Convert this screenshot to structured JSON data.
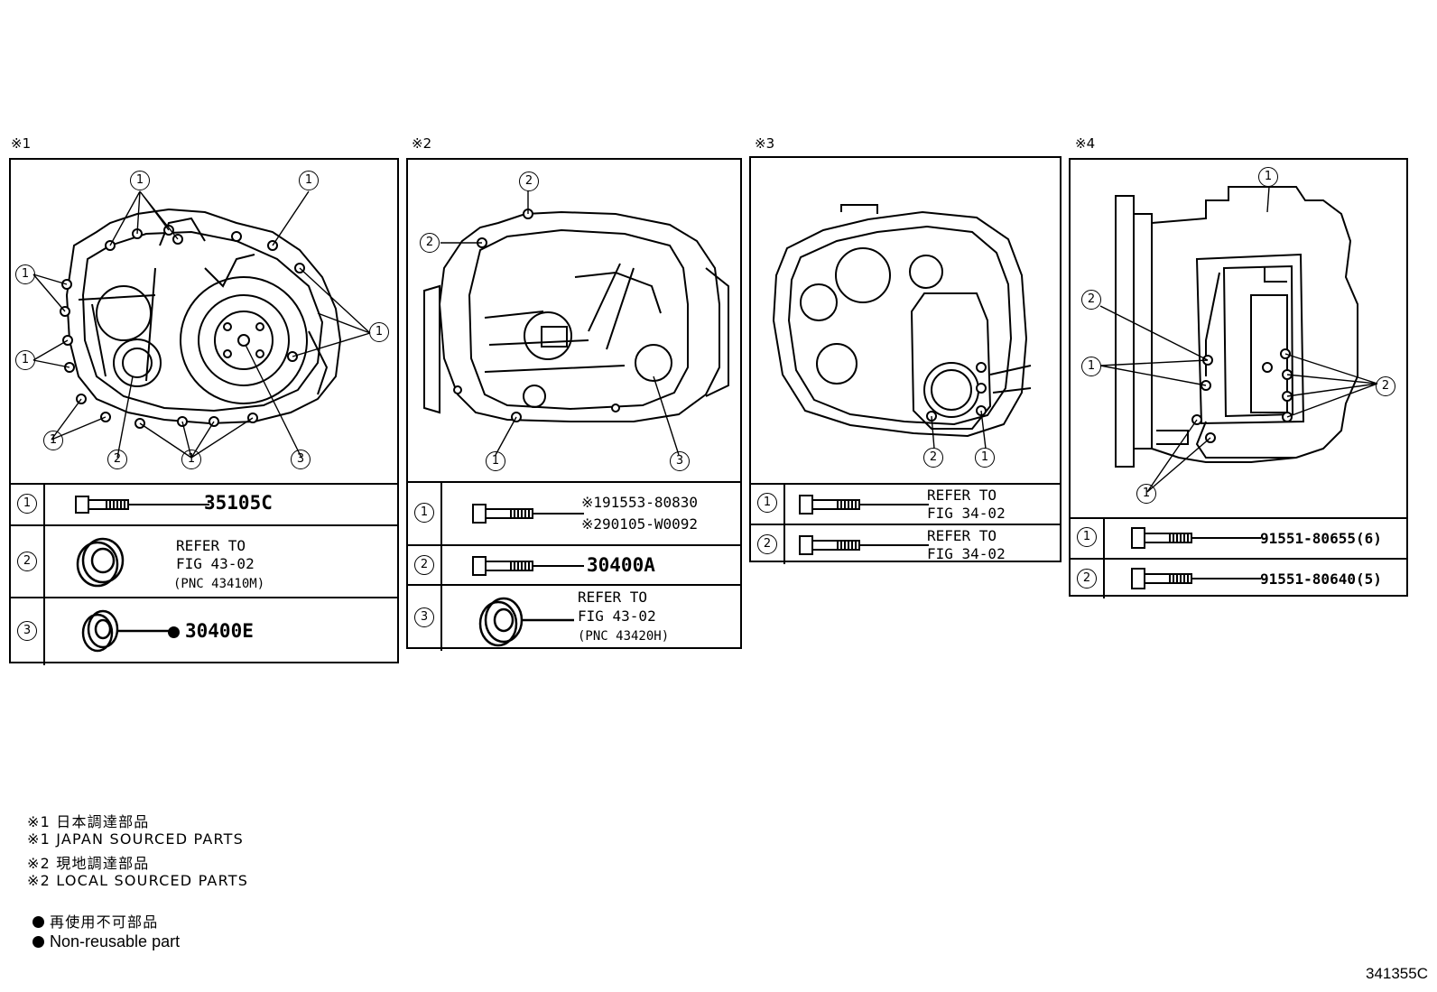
{
  "sections": [
    {
      "label": "※1"
    },
    {
      "label": "※2"
    },
    {
      "label": "※3"
    },
    {
      "label": "※4"
    }
  ],
  "callouts": {
    "one": "1",
    "two": "2",
    "three": "3"
  },
  "panel1": {
    "rows": [
      {
        "num": "1",
        "text": "35105C"
      },
      {
        "num": "2",
        "line1": "REFER TO",
        "line2": "FIG 43-02",
        "line3": "(PNC 43410M)"
      },
      {
        "num": "3",
        "text": "30400E",
        "nonreusable": true
      }
    ]
  },
  "panel2": {
    "rows": [
      {
        "num": "1",
        "line1": "※191553-80830",
        "line2": "※290105-W0092"
      },
      {
        "num": "2",
        "text": "30400A"
      },
      {
        "num": "3",
        "line1": "REFER TO",
        "line2": "FIG 43-02",
        "line3": "(PNC 43420H)"
      }
    ]
  },
  "panel3": {
    "rows": [
      {
        "num": "1",
        "line1": "REFER TO",
        "line2": "FIG 34-02"
      },
      {
        "num": "2",
        "line1": "REFER TO",
        "line2": "FIG 34-02"
      }
    ]
  },
  "panel4": {
    "rows": [
      {
        "num": "1",
        "text": "91551-80655(6)"
      },
      {
        "num": "2",
        "text": "91551-80640(5)"
      }
    ]
  },
  "legend": {
    "l1": "※1 日本調達部品",
    "l2": "※1 JAPAN SOURCED PARTS",
    "l3": "※2 現地調達部品",
    "l4": "※2 LOCAL SOURCED PARTS",
    "l5": "再使用不可部品",
    "l6": "Non-reusable part"
  },
  "figure_id": "341355C",
  "colors": {
    "ink": "#000000",
    "paper": "#ffffff"
  }
}
